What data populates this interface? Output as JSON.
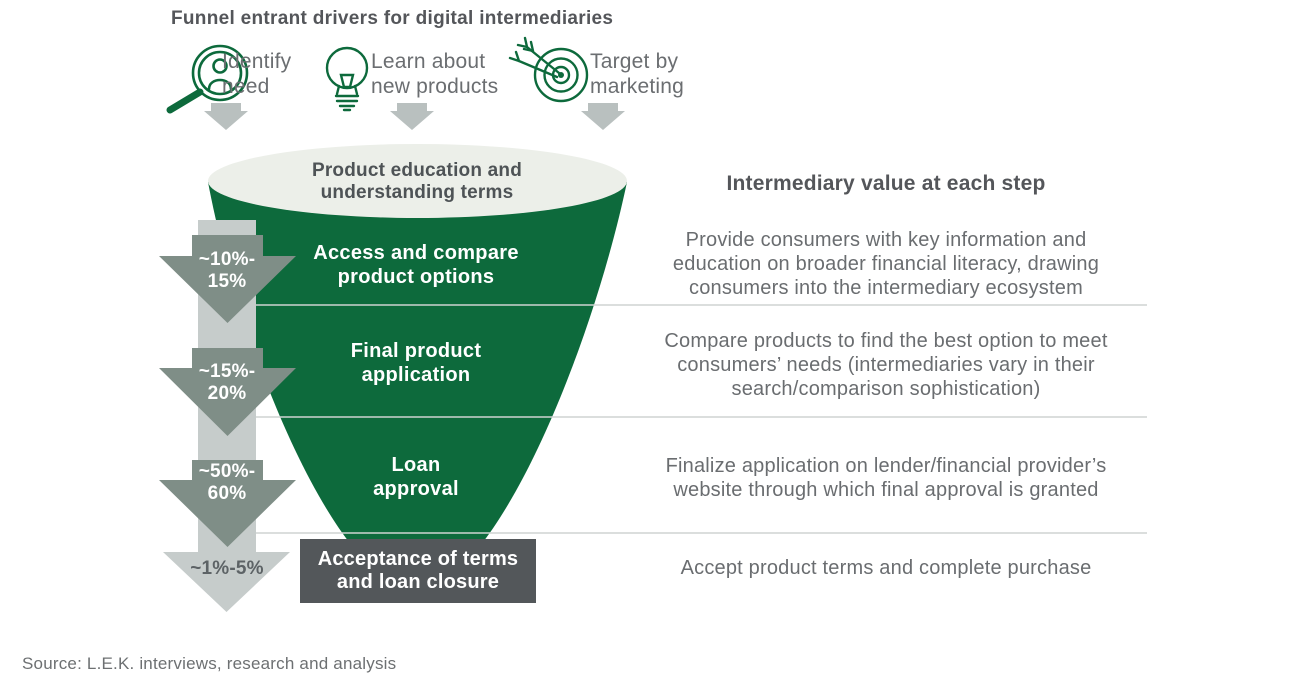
{
  "title": "Funnel entrant drivers for digital intermediaries",
  "drivers": [
    {
      "icon": "magnifier-person-icon",
      "label": "Identify\nneed"
    },
    {
      "icon": "lightbulb-icon",
      "label": "Learn about\nnew products"
    },
    {
      "icon": "target-darts-icon",
      "label": "Target by\nmarketing"
    }
  ],
  "funnel": {
    "top_stage": "Product education and\nunderstanding terms",
    "stages": [
      {
        "label": "Access and compare\nproduct options",
        "dropoff": "~10%-\n15%",
        "value": "Provide consumers with key information and\neducation on broader financial literacy, drawing\nconsumers into the intermediary ecosystem"
      },
      {
        "label": "Final product\napplication",
        "dropoff": "~15%-\n20%",
        "value": "Compare products to find the best option to meet\nconsumers’ needs (intermediaries vary in their\nsearch/comparison sophistication)"
      },
      {
        "label": "Loan\napproval",
        "dropoff": "~50%-\n60%",
        "value": "Finalize application on lender/financial provider’s\nwebsite through which final approval is granted"
      },
      {
        "label": "Acceptance of terms\nand loan closure",
        "dropoff": "~1%-5%",
        "value": "Accept product terms and complete purchase"
      }
    ]
  },
  "right_column": {
    "header": "Intermediary value at each step"
  },
  "source": "Source: L.E.K. interviews, research and analysis",
  "colors": {
    "brand_green": "#0d6a3c",
    "ellipse_fill": "#ecefe9",
    "light_band_gray": "#c6cccb",
    "dark_arrow_gray": "#7f8e87",
    "small_arrow_gray": "#b9c0bf",
    "dark_box_gray": "#53575a",
    "separator_gray": "#cfd3d2",
    "text_dark": "#54565a",
    "text_gray": "#6a6d70"
  }
}
